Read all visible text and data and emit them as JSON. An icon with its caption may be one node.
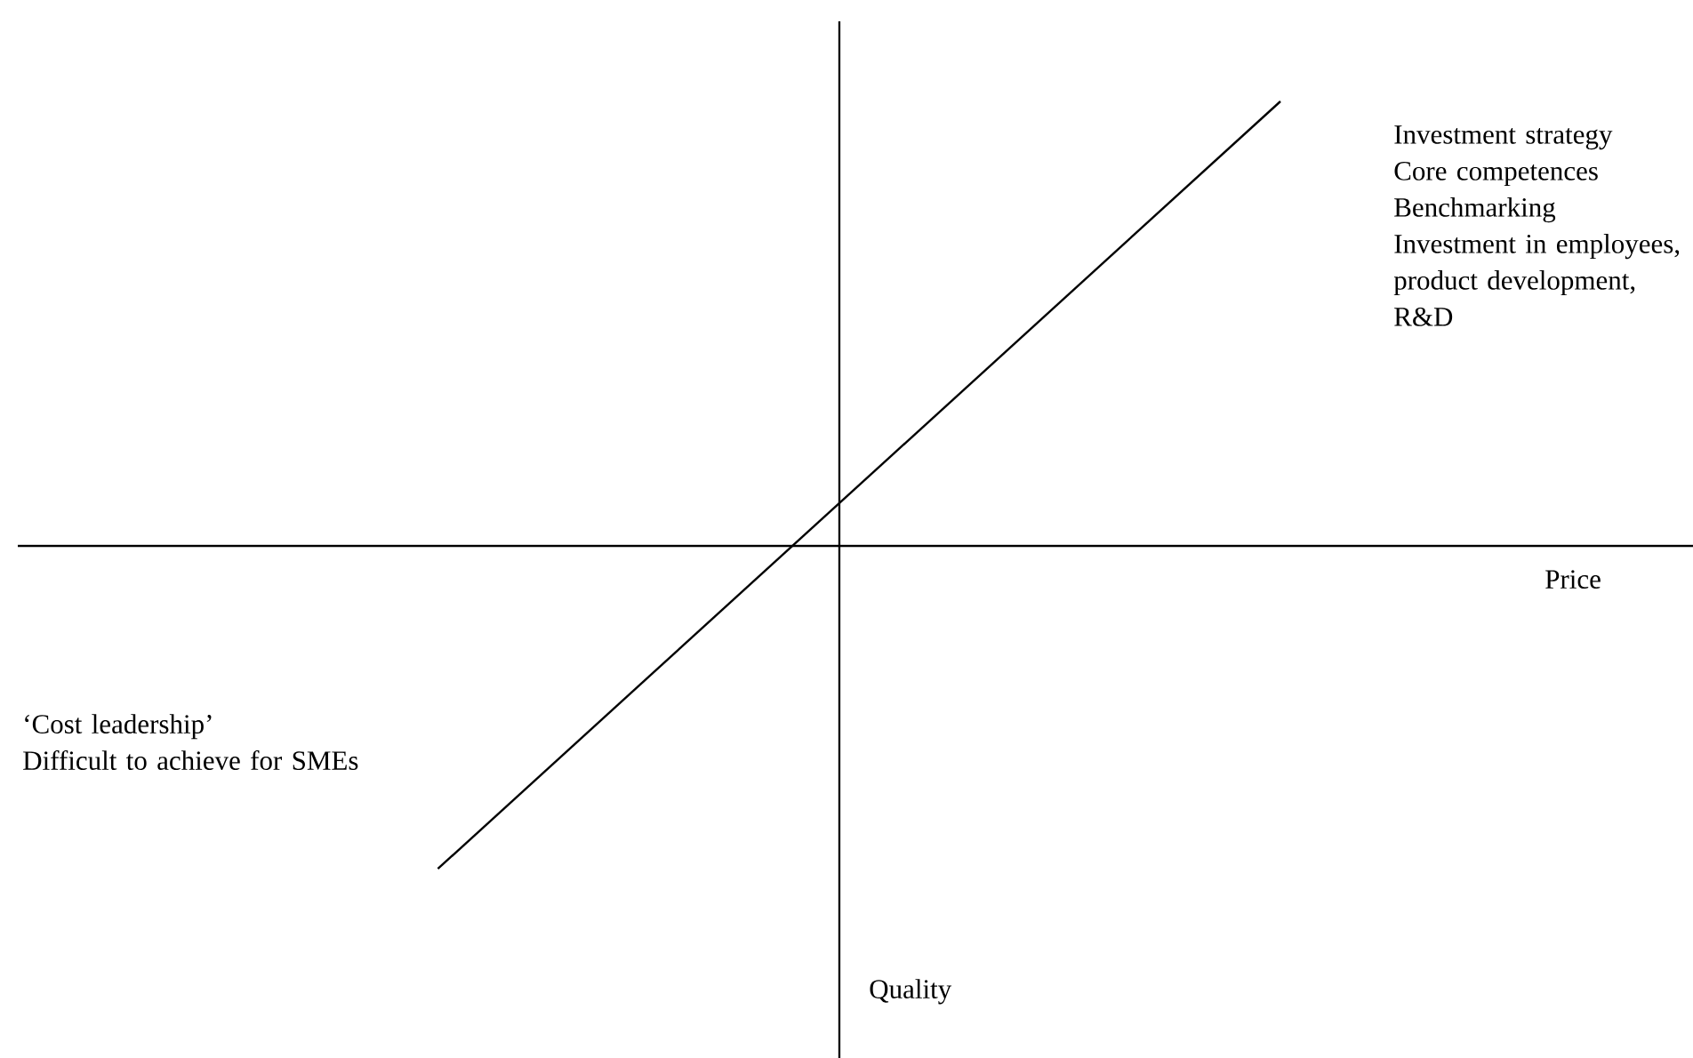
{
  "diagram": {
    "nodes": [
      {
        "text": [
          "Investment strategy",
          "Core competences",
          "Benchmarking",
          "Investment in employees, product development, R&D"
        ]
      },
      {
        "text": [
          "‘Cost leadership’",
          "Difficult to achieve for SMEs"
        ]
      }
    ],
    "edges": [
      {
        "from": 1,
        "to": 0,
        "arrow": "none"
      }
    ],
    "labels": [
      "Price",
      "Quality"
    ]
  }
}
